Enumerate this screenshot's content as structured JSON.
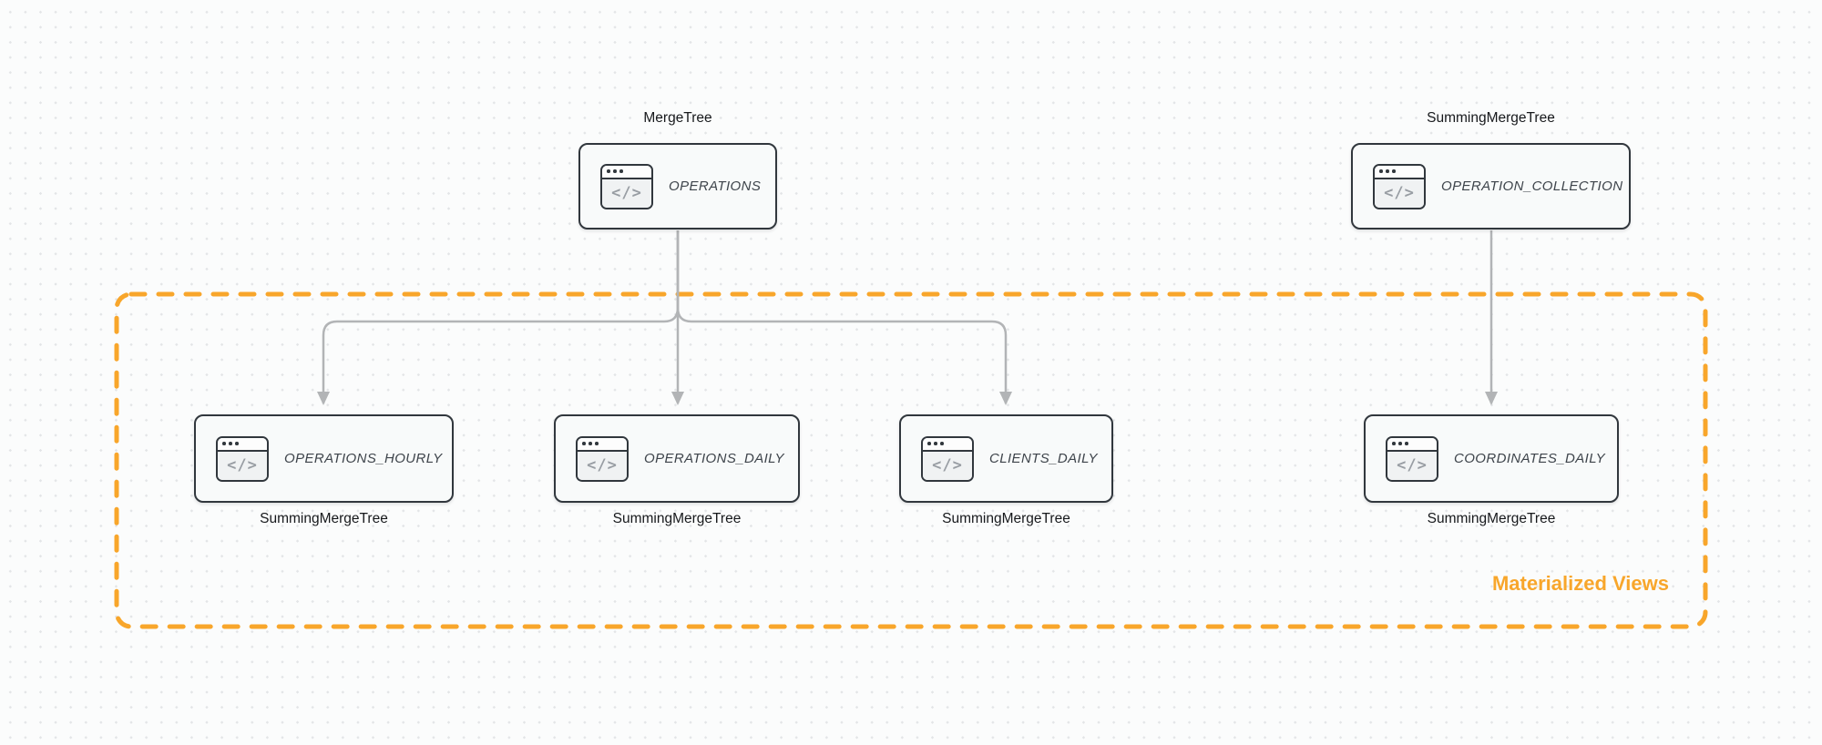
{
  "group": {
    "label": "Materialized Views",
    "contains": [
      "OPERATIONS_HOURLY",
      "OPERATIONS_DAILY",
      "CLIENTS_DAILY",
      "COORDINATES_DAILY"
    ]
  },
  "nodes": [
    {
      "id": "operations",
      "table": "OPERATIONS",
      "engine": "MergeTree",
      "engine_label_position": "above",
      "in_group": false
    },
    {
      "id": "operation-collection",
      "table": "OPERATION_COLLECTION",
      "engine": "SummingMergeTree",
      "engine_label_position": "above",
      "in_group": false
    },
    {
      "id": "operations-hourly",
      "table": "OPERATIONS_HOURLY",
      "engine": "SummingMergeTree",
      "engine_label_position": "below",
      "in_group": true
    },
    {
      "id": "operations-daily",
      "table": "OPERATIONS_DAILY",
      "engine": "SummingMergeTree",
      "engine_label_position": "below",
      "in_group": true
    },
    {
      "id": "clients-daily",
      "table": "CLIENTS_DAILY",
      "engine": "SummingMergeTree",
      "engine_label_position": "below",
      "in_group": true
    },
    {
      "id": "coordinates-daily",
      "table": "COORDINATES_DAILY",
      "engine": "SummingMergeTree",
      "engine_label_position": "below",
      "in_group": true
    }
  ],
  "edges": [
    {
      "from": "OPERATIONS",
      "to": "OPERATIONS_HOURLY"
    },
    {
      "from": "OPERATIONS",
      "to": "OPERATIONS_DAILY"
    },
    {
      "from": "OPERATIONS",
      "to": "CLIENTS_DAILY"
    },
    {
      "from": "OPERATION_COLLECTION",
      "to": "COORDINATES_DAILY"
    }
  ],
  "icons": {
    "node_icon": "code-window-icon",
    "glyph": "</>"
  },
  "colors": {
    "accent_orange": "#F8A62B",
    "edge_gray": "#B2B4B6",
    "node_border": "#31373D",
    "node_fill": "#F8FAFA",
    "node_text": "#3E444B",
    "label_text": "#17191C",
    "canvas_bg": "#FBFCFC",
    "dot_grid": "#E3E5E7",
    "icon_glyph_gray": "#989DA3"
  }
}
